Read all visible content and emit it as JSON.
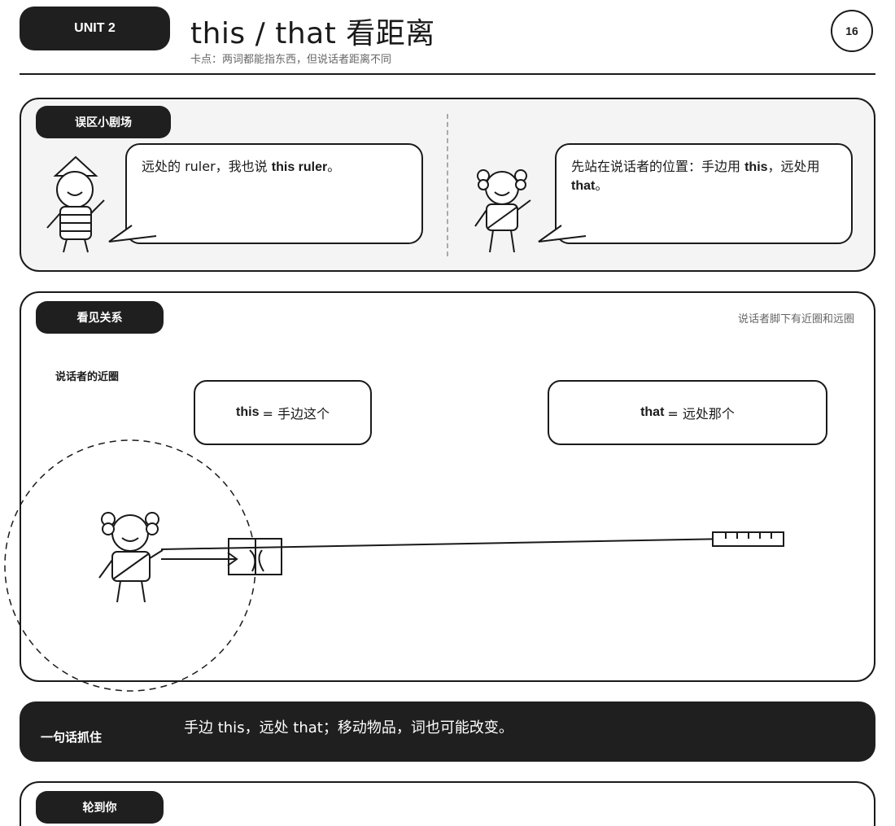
{
  "header": {
    "unit_label": "UNIT 2",
    "title": "this / that 看距离",
    "subtitle": "卡点：两词都能指东西，但说话者距离不同",
    "page_number": "16"
  },
  "scene": {
    "tag": "误区小剧场",
    "left_bubble": {
      "text_before": "远处的 ruler，我也说 ",
      "bold": "this ruler",
      "text_after": "。"
    },
    "right_bubble": {
      "text_a": "先站在说话者的位置：手边用 ",
      "bold_a": "this",
      "text_b": "，远处用 ",
      "bold_b": "that",
      "text_c": "。"
    }
  },
  "relation": {
    "tag": "看见关系",
    "note": "说话者脚下有近圈和远圈",
    "circle_label": "说话者的近圈",
    "this_box": {
      "keyword": "this",
      "text": "= 手边这个"
    },
    "that_box": {
      "keyword": "that",
      "text": "= 远处那个"
    }
  },
  "summary": {
    "label": "一句话抓住",
    "text": "手边 this，远处 that；移动物品，词也可能改变。"
  },
  "practice": {
    "tag": "轮到你"
  }
}
